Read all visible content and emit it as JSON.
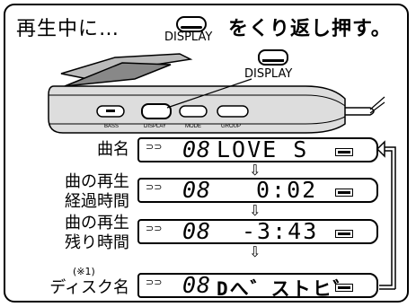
{
  "header": {
    "title": "再生中に…",
    "button_label": "DISPLAY",
    "action": "をくり返し押す。"
  },
  "device": {
    "display_button_callout": "DISPLAY",
    "buttons": [
      "BASS",
      "DISPLAY",
      "MODE",
      "GROUP"
    ]
  },
  "rows": [
    {
      "label": "曲名",
      "track": "08",
      "text": "LOVE S"
    },
    {
      "label": "曲の再生\n経過時間",
      "track": "08",
      "text": "0:02"
    },
    {
      "label": "曲の再生\n残り時間",
      "track": "08",
      "text": "-3:43"
    },
    {
      "label": "ディスク名",
      "track": "08",
      "text": "Dへ゛ストヒ゛",
      "note": "(※1)"
    }
  ],
  "arrow_glyph": "⇩",
  "disc_icon": "disc-icon",
  "battery_icon": "battery-icon"
}
